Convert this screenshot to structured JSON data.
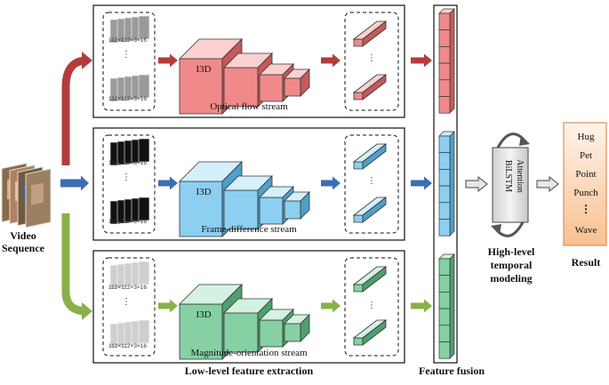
{
  "input": {
    "label_line1": "Video",
    "label_line2": "Sequence"
  },
  "frame_size_text": "112×112×3×16",
  "model_label": "I3D",
  "streams": [
    {
      "id": "optical",
      "label": "Optical flow stream",
      "color": "#f08a8a",
      "light": "#fbd0d0",
      "dark": "#c45a5a",
      "arrow": "#b43c3c",
      "frame": "#9a9a9a"
    },
    {
      "id": "framediff",
      "label": "Frame difference stream",
      "color": "#8ccff0",
      "light": "#d5f0fc",
      "dark": "#4f9fc8",
      "arrow": "#3c6eb4",
      "frame": "#111111"
    },
    {
      "id": "magori",
      "label": "Magnitude-orientation stream",
      "color": "#86d0a4",
      "light": "#d4f2e1",
      "dark": "#4f9e70",
      "arrow": "#8ab04a",
      "frame": "#cfcfcf"
    }
  ],
  "bottom_labels": {
    "low_level": "Low-level feature extraction",
    "fusion": "Feature fusion"
  },
  "bilstm": {
    "line1": "Attention",
    "line2": "BiLSTM",
    "caption_line1": "High-level",
    "caption_line2": "temporal",
    "caption_line3": "modeling"
  },
  "result": {
    "title": "Result",
    "classes": [
      "Hug",
      "Pet",
      "Point",
      "Punch"
    ],
    "ellipsis": "⋮",
    "last": "Wave"
  }
}
